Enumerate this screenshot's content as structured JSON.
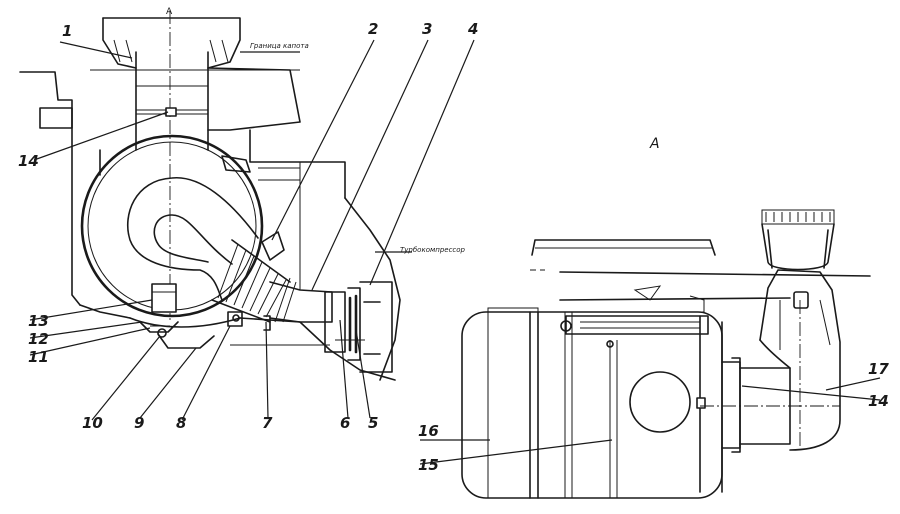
{
  "section_mark": "A",
  "view_label": "A",
  "notes": {
    "cab_boundary": "Граница капота",
    "turbo": "Турбокомпрессор"
  },
  "callouts": [
    "1",
    "2",
    "3",
    "4",
    "5",
    "6",
    "7",
    "8",
    "9",
    "10",
    "11",
    "12",
    "13",
    "14",
    "15",
    "16",
    "17",
    "14"
  ]
}
